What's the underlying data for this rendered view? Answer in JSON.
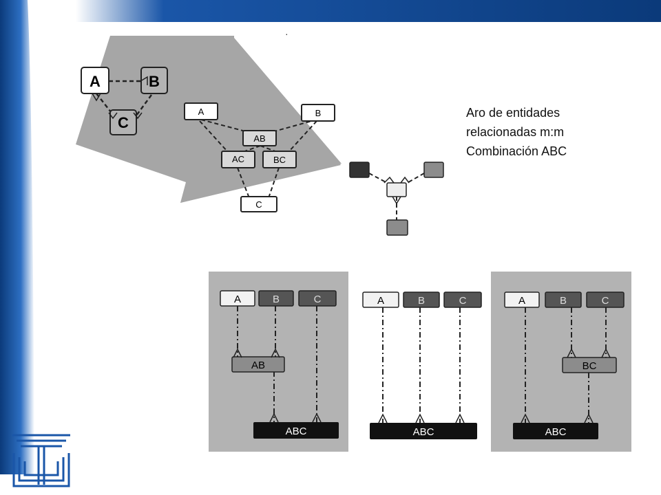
{
  "caption": {
    "lines": [
      "Aro de entidades",
      "relacionadas m:m",
      "Combinación ABC"
    ]
  },
  "footer": {
    "title": "Base de Datos I – Modelo E-R"
  },
  "diagram_top": {
    "small_entities": [
      "A",
      "B",
      "C"
    ],
    "expanded_entities": [
      "A",
      "B",
      "AB",
      "AC",
      "BC",
      "C"
    ]
  },
  "panel_1": {
    "entities": [
      "A",
      "B",
      "C"
    ],
    "intermediate": "AB",
    "result": "ABC"
  },
  "panel_2": {
    "entities": [
      "A",
      "B",
      "C"
    ],
    "result": "ABC"
  },
  "panel_3": {
    "entities": [
      "A",
      "B",
      "C"
    ],
    "intermediate": "BC",
    "result": "ABC"
  },
  "colors": {
    "brand_blue": "#1a56a8",
    "dark_blue": "#0b3a7a",
    "panel_gray": "#b3b3b3",
    "arrow_gray": "#a6a6a6"
  }
}
